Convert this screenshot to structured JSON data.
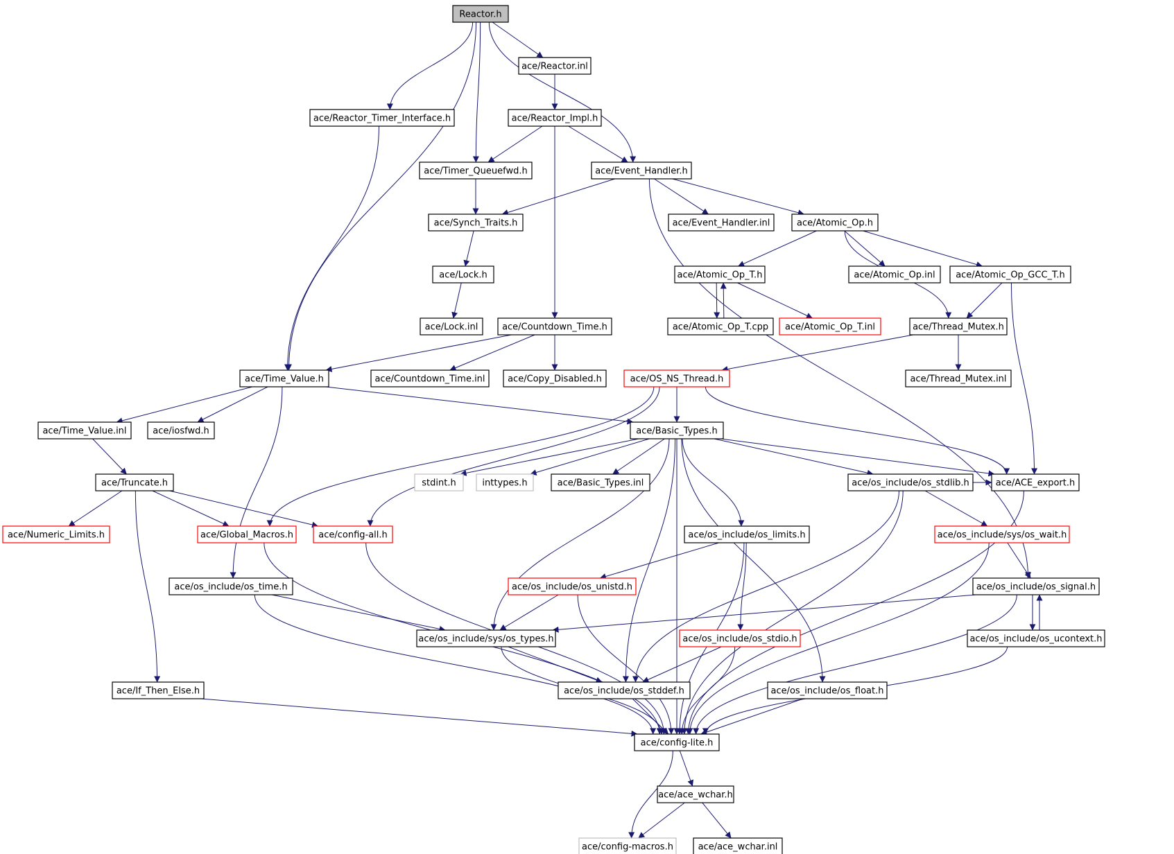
{
  "colors": {
    "edge": "#191970",
    "border_normal": "#000000",
    "border_truncated": "#ff0000",
    "border_external": "#bfbfbf",
    "root_fill": "#bfbfbf",
    "fill": "#ffffff"
  },
  "nodes": [
    {
      "id": "reactor_h",
      "label": "Reactor.h",
      "kind": "root"
    },
    {
      "id": "reactor_inl",
      "label": "ace/Reactor.inl",
      "kind": "normal"
    },
    {
      "id": "reactor_timer_interface",
      "label": "ace/Reactor_Timer_Interface.h",
      "kind": "normal"
    },
    {
      "id": "reactor_impl",
      "label": "ace/Reactor_Impl.h",
      "kind": "normal"
    },
    {
      "id": "timer_queuefwd",
      "label": "ace/Timer_Queuefwd.h",
      "kind": "normal"
    },
    {
      "id": "event_handler",
      "label": "ace/Event_Handler.h",
      "kind": "normal"
    },
    {
      "id": "synch_traits",
      "label": "ace/Synch_Traits.h",
      "kind": "normal"
    },
    {
      "id": "event_handler_inl",
      "label": "ace/Event_Handler.inl",
      "kind": "normal"
    },
    {
      "id": "atomic_op",
      "label": "ace/Atomic_Op.h",
      "kind": "normal"
    },
    {
      "id": "lock_h",
      "label": "ace/Lock.h",
      "kind": "normal"
    },
    {
      "id": "atomic_op_t",
      "label": "ace/Atomic_Op_T.h",
      "kind": "normal"
    },
    {
      "id": "atomic_op_inl",
      "label": "ace/Atomic_Op.inl",
      "kind": "normal"
    },
    {
      "id": "atomic_op_gcc_t",
      "label": "ace/Atomic_Op_GCC_T.h",
      "kind": "normal"
    },
    {
      "id": "lock_inl",
      "label": "ace/Lock.inl",
      "kind": "normal"
    },
    {
      "id": "countdown_time",
      "label": "ace/Countdown_Time.h",
      "kind": "normal"
    },
    {
      "id": "atomic_op_t_cpp",
      "label": "ace/Atomic_Op_T.cpp",
      "kind": "normal"
    },
    {
      "id": "atomic_op_t_inl",
      "label": "ace/Atomic_Op_T.inl",
      "kind": "truncated"
    },
    {
      "id": "thread_mutex",
      "label": "ace/Thread_Mutex.h",
      "kind": "normal"
    },
    {
      "id": "time_value",
      "label": "ace/Time_Value.h",
      "kind": "normal"
    },
    {
      "id": "countdown_time_inl",
      "label": "ace/Countdown_Time.inl",
      "kind": "normal"
    },
    {
      "id": "copy_disabled",
      "label": "ace/Copy_Disabled.h",
      "kind": "normal"
    },
    {
      "id": "os_ns_thread",
      "label": "ace/OS_NS_Thread.h",
      "kind": "truncated"
    },
    {
      "id": "thread_mutex_inl",
      "label": "ace/Thread_Mutex.inl",
      "kind": "normal"
    },
    {
      "id": "time_value_inl",
      "label": "ace/Time_Value.inl",
      "kind": "normal"
    },
    {
      "id": "iosfwd",
      "label": "ace/iosfwd.h",
      "kind": "normal"
    },
    {
      "id": "basic_types",
      "label": "ace/Basic_Types.h",
      "kind": "normal"
    },
    {
      "id": "truncate",
      "label": "ace/Truncate.h",
      "kind": "normal"
    },
    {
      "id": "stdint",
      "label": "stdint.h",
      "kind": "external"
    },
    {
      "id": "inttypes",
      "label": "inttypes.h",
      "kind": "external"
    },
    {
      "id": "basic_types_inl",
      "label": "ace/Basic_Types.inl",
      "kind": "normal"
    },
    {
      "id": "os_stdlib",
      "label": "ace/os_include/os_stdlib.h",
      "kind": "normal"
    },
    {
      "id": "ace_export",
      "label": "ace/ACE_export.h",
      "kind": "normal"
    },
    {
      "id": "numeric_limits",
      "label": "ace/Numeric_Limits.h",
      "kind": "truncated"
    },
    {
      "id": "global_macros",
      "label": "ace/Global_Macros.h",
      "kind": "truncated"
    },
    {
      "id": "config_all",
      "label": "ace/config-all.h",
      "kind": "truncated"
    },
    {
      "id": "os_limits",
      "label": "ace/os_include/os_limits.h",
      "kind": "normal"
    },
    {
      "id": "sys_os_wait",
      "label": "ace/os_include/sys/os_wait.h",
      "kind": "truncated"
    },
    {
      "id": "os_time",
      "label": "ace/os_include/os_time.h",
      "kind": "normal"
    },
    {
      "id": "os_unistd",
      "label": "ace/os_include/os_unistd.h",
      "kind": "truncated"
    },
    {
      "id": "os_signal",
      "label": "ace/os_include/os_signal.h",
      "kind": "normal"
    },
    {
      "id": "sys_os_types",
      "label": "ace/os_include/sys/os_types.h",
      "kind": "normal"
    },
    {
      "id": "os_stdio",
      "label": "ace/os_include/os_stdio.h",
      "kind": "truncated"
    },
    {
      "id": "os_ucontext",
      "label": "ace/os_include/os_ucontext.h",
      "kind": "normal"
    },
    {
      "id": "if_then_else",
      "label": "ace/If_Then_Else.h",
      "kind": "normal"
    },
    {
      "id": "os_stddef",
      "label": "ace/os_include/os_stddef.h",
      "kind": "normal"
    },
    {
      "id": "os_float",
      "label": "ace/os_include/os_float.h",
      "kind": "normal"
    },
    {
      "id": "config_lite",
      "label": "ace/config-lite.h",
      "kind": "normal"
    },
    {
      "id": "ace_wchar",
      "label": "ace/ace_wchar.h",
      "kind": "normal"
    },
    {
      "id": "config_macros",
      "label": "ace/config-macros.h",
      "kind": "external"
    },
    {
      "id": "ace_wchar_inl",
      "label": "ace/ace_wchar.inl",
      "kind": "normal"
    }
  ],
  "edges": [
    [
      "reactor_h",
      "reactor_inl"
    ],
    [
      "reactor_h",
      "reactor_timer_interface"
    ],
    [
      "reactor_h",
      "timer_queuefwd"
    ],
    [
      "reactor_h",
      "event_handler"
    ],
    [
      "reactor_h",
      "time_value"
    ],
    [
      "reactor_inl",
      "reactor_impl"
    ],
    [
      "reactor_impl",
      "timer_queuefwd"
    ],
    [
      "reactor_impl",
      "event_handler"
    ],
    [
      "reactor_impl",
      "countdown_time"
    ],
    [
      "reactor_timer_interface",
      "time_value"
    ],
    [
      "timer_queuefwd",
      "synch_traits"
    ],
    [
      "event_handler",
      "synch_traits"
    ],
    [
      "event_handler",
      "event_handler_inl"
    ],
    [
      "event_handler",
      "atomic_op"
    ],
    [
      "event_handler",
      "os_signal"
    ],
    [
      "synch_traits",
      "lock_h"
    ],
    [
      "lock_h",
      "lock_inl"
    ],
    [
      "atomic_op",
      "atomic_op_t"
    ],
    [
      "atomic_op",
      "atomic_op_inl"
    ],
    [
      "atomic_op",
      "atomic_op_gcc_t"
    ],
    [
      "atomic_op",
      "thread_mutex"
    ],
    [
      "atomic_op_t",
      "atomic_op_t_cpp"
    ],
    [
      "atomic_op_t_cpp",
      "atomic_op_t"
    ],
    [
      "atomic_op_t",
      "atomic_op_t_inl"
    ],
    [
      "atomic_op_gcc_t",
      "thread_mutex"
    ],
    [
      "atomic_op_gcc_t",
      "ace_export"
    ],
    [
      "thread_mutex",
      "thread_mutex_inl"
    ],
    [
      "thread_mutex",
      "os_ns_thread"
    ],
    [
      "countdown_time",
      "time_value"
    ],
    [
      "countdown_time",
      "countdown_time_inl"
    ],
    [
      "countdown_time",
      "copy_disabled"
    ],
    [
      "time_value",
      "time_value_inl"
    ],
    [
      "time_value",
      "iosfwd"
    ],
    [
      "time_value",
      "basic_types"
    ],
    [
      "time_value",
      "os_time"
    ],
    [
      "os_ns_thread",
      "basic_types"
    ],
    [
      "os_ns_thread",
      "global_macros"
    ],
    [
      "os_ns_thread",
      "config_all"
    ],
    [
      "os_ns_thread",
      "ace_export"
    ],
    [
      "time_value_inl",
      "truncate"
    ],
    [
      "truncate",
      "numeric_limits"
    ],
    [
      "truncate",
      "global_macros"
    ],
    [
      "truncate",
      "config_all"
    ],
    [
      "truncate",
      "if_then_else"
    ],
    [
      "basic_types",
      "stdint"
    ],
    [
      "basic_types",
      "inttypes"
    ],
    [
      "basic_types",
      "basic_types_inl"
    ],
    [
      "basic_types",
      "os_stdlib"
    ],
    [
      "basic_types",
      "ace_export"
    ],
    [
      "basic_types",
      "os_limits"
    ],
    [
      "basic_types",
      "sys_os_types"
    ],
    [
      "basic_types",
      "os_stddef"
    ],
    [
      "basic_types",
      "os_float"
    ],
    [
      "basic_types",
      "config_lite"
    ],
    [
      "os_stdlib",
      "ace_export"
    ],
    [
      "os_stdlib",
      "sys_os_wait"
    ],
    [
      "os_stdlib",
      "os_stddef"
    ],
    [
      "os_stdlib",
      "config_lite"
    ],
    [
      "ace_export",
      "config_lite"
    ],
    [
      "global_macros",
      "config_lite"
    ],
    [
      "config_all",
      "config_lite"
    ],
    [
      "os_limits",
      "os_unistd"
    ],
    [
      "os_limits",
      "os_stdio"
    ],
    [
      "os_limits",
      "config_lite"
    ],
    [
      "sys_os_wait",
      "os_signal"
    ],
    [
      "sys_os_wait",
      "config_lite"
    ],
    [
      "os_time",
      "sys_os_types"
    ],
    [
      "os_time",
      "config_lite"
    ],
    [
      "os_unistd",
      "sys_os_types"
    ],
    [
      "os_unistd",
      "config_lite"
    ],
    [
      "os_signal",
      "sys_os_types"
    ],
    [
      "os_signal",
      "os_ucontext"
    ],
    [
      "os_ucontext",
      "os_signal"
    ],
    [
      "os_signal",
      "config_lite"
    ],
    [
      "os_ucontext",
      "config_lite"
    ],
    [
      "sys_os_types",
      "os_stddef"
    ],
    [
      "sys_os_types",
      "config_lite"
    ],
    [
      "os_stdio",
      "os_stddef"
    ],
    [
      "os_stdio",
      "config_lite"
    ],
    [
      "if_then_else",
      "config_lite"
    ],
    [
      "os_stddef",
      "config_lite"
    ],
    [
      "os_float",
      "config_lite"
    ],
    [
      "config_lite",
      "ace_wchar"
    ],
    [
      "config_lite",
      "config_macros"
    ],
    [
      "ace_wchar",
      "config_macros"
    ],
    [
      "ace_wchar",
      "ace_wchar_inl"
    ]
  ]
}
